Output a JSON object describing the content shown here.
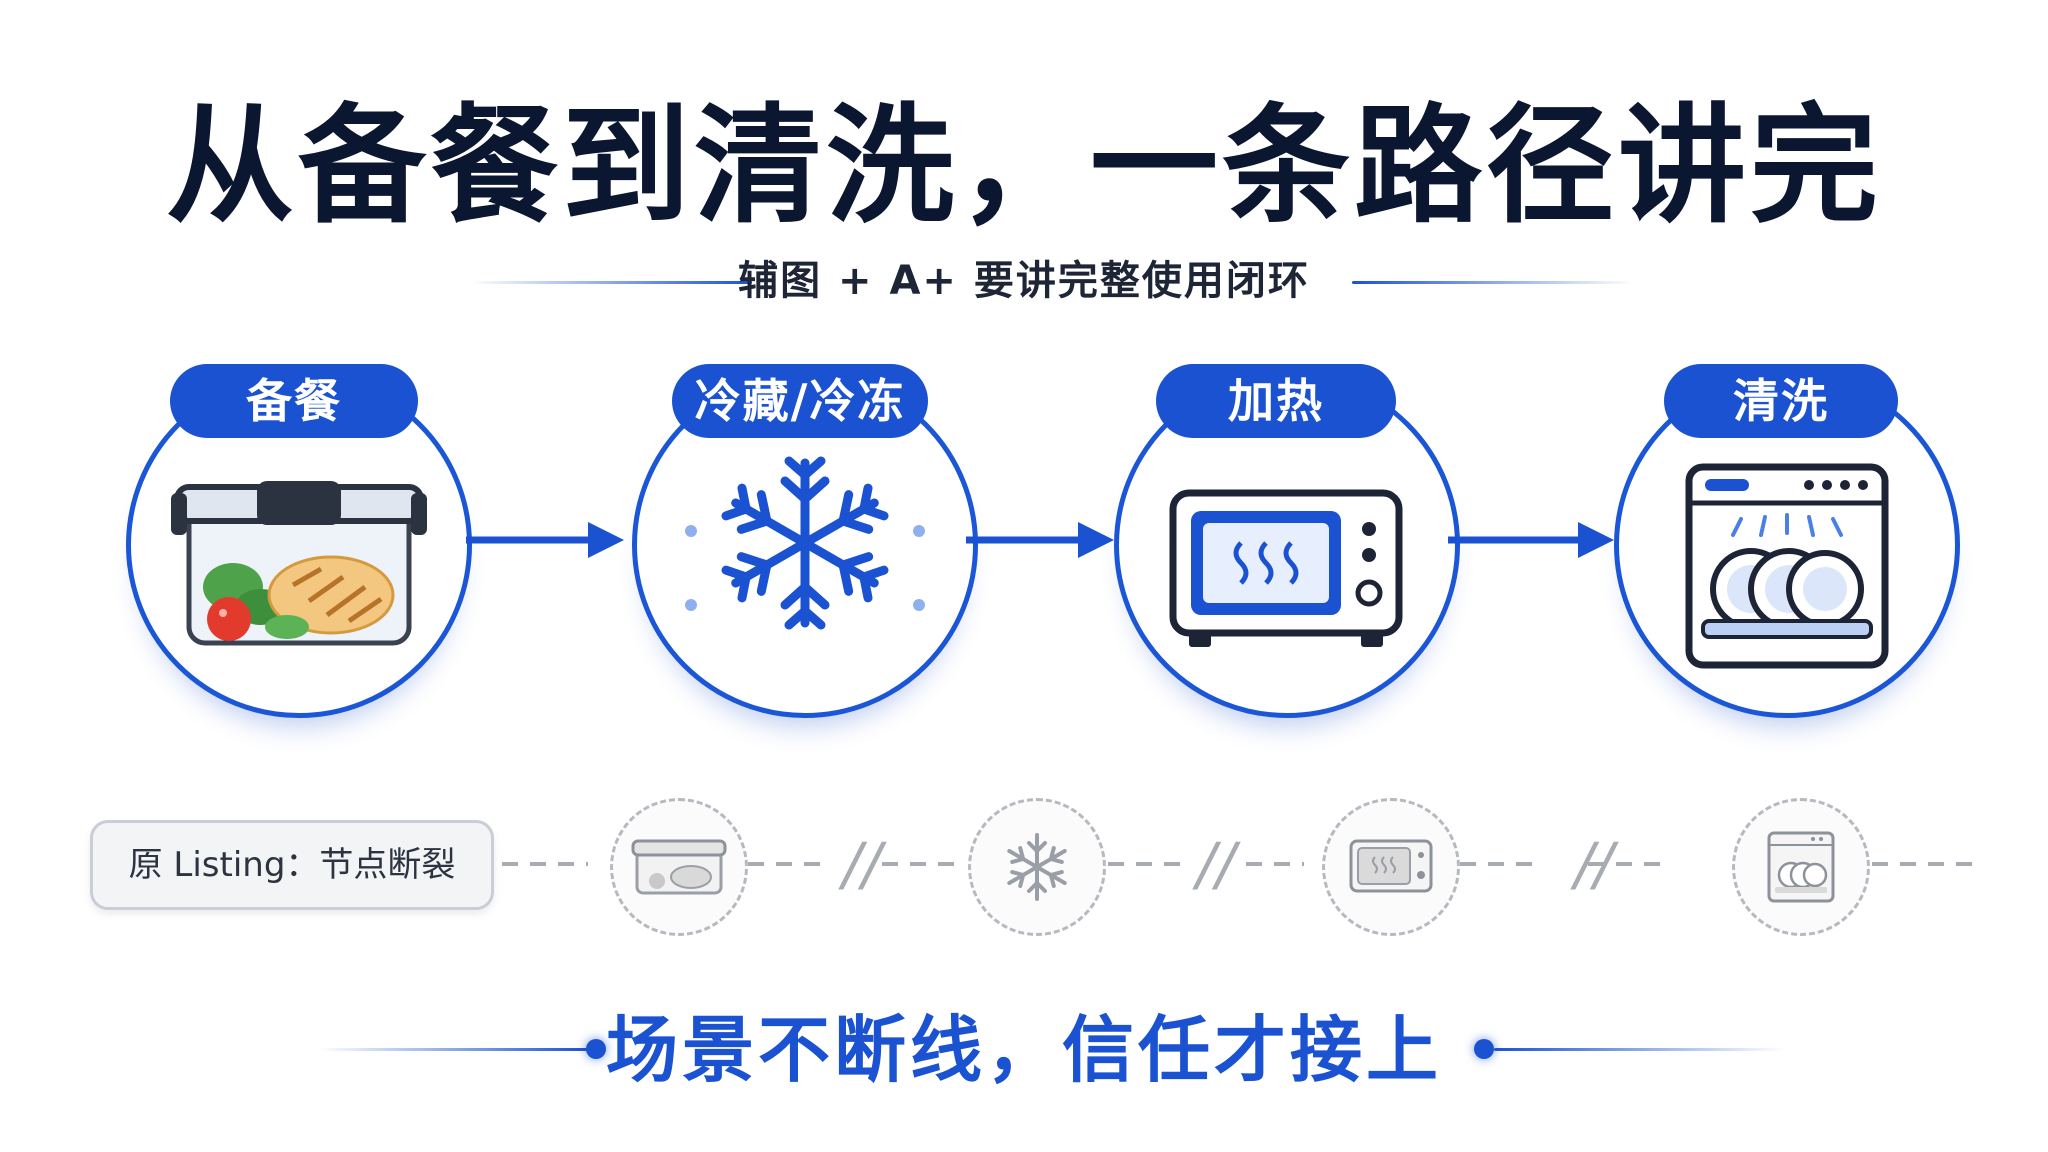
{
  "title": "从备餐到清洗，一条路径讲完",
  "subtitle": "辅图 + A+ 要讲完整使用闭环",
  "steps": [
    {
      "label": "备餐",
      "icon": "food-container-icon"
    },
    {
      "label": "冷藏/冷冻",
      "icon": "snowflake-icon"
    },
    {
      "label": "加热",
      "icon": "microwave-icon"
    },
    {
      "label": "清洗",
      "icon": "dishwasher-icon"
    }
  ],
  "listing": {
    "label": "原 Listing：节点断裂",
    "break_mark": "//"
  },
  "tagline": "场景不断线，信任才接上",
  "colors": {
    "accent": "#1a52d1",
    "title": "#0b1730",
    "muted_gray": "#b6b9bf"
  }
}
